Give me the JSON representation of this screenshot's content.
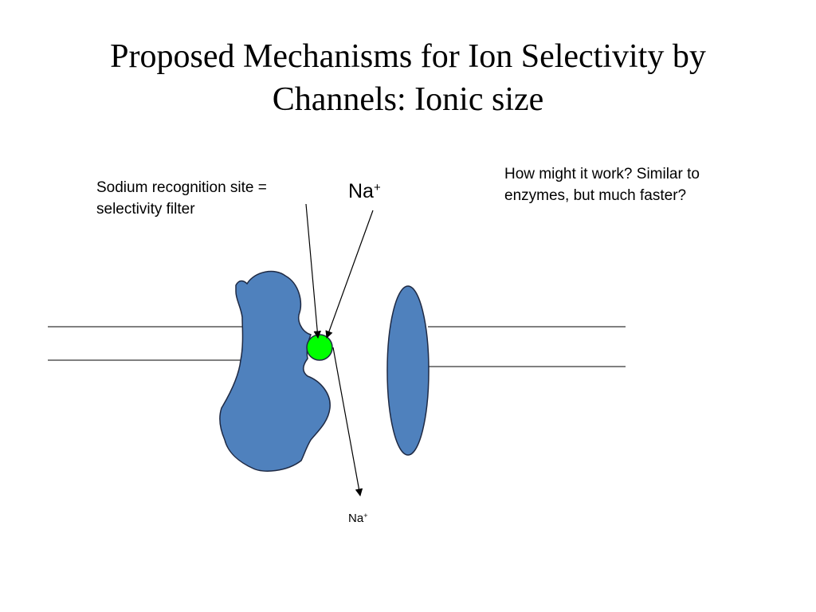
{
  "slide": {
    "title_line1": "Proposed Mechanisms for Ion Selectivity by",
    "title_line2": "Channels: Ionic size"
  },
  "labels": {
    "filter_line1": "Sodium recognition site =",
    "filter_line2": "selectivity filter",
    "question_line1": "How might it work? Similar to",
    "question_line2": "enzymes, but much faster?",
    "ion_top_symbol": "Na",
    "ion_top_charge": "+",
    "ion_bottom_symbol": "Na",
    "ion_bottom_charge": "+"
  },
  "colors": {
    "protein_fill": "#4f81bd",
    "protein_stroke": "#1f2a44",
    "ion_fill": "#00ff00",
    "line": "#000000"
  }
}
